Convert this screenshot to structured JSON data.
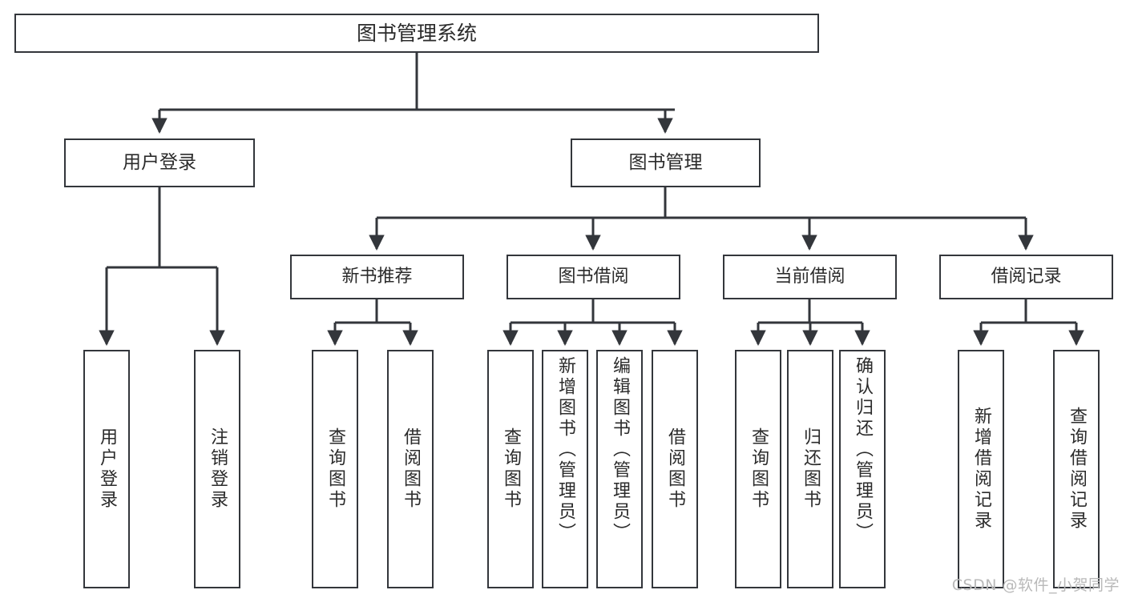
{
  "diagram": {
    "title": "图书管理系统",
    "type": "functional-structure-tree",
    "stroke_color": "#33363b",
    "text_color": "#2b2b2b",
    "background": "#ffffff"
  },
  "root": {
    "label": "图书管理系统"
  },
  "level2": [
    {
      "label": "用户登录"
    },
    {
      "label": "图书管理"
    }
  ],
  "level3": [
    {
      "label": "新书推荐"
    },
    {
      "label": "图书借阅"
    },
    {
      "label": "当前借阅"
    },
    {
      "label": "借阅记录"
    }
  ],
  "leaves": {
    "user_login": [
      {
        "label": "用户登录"
      },
      {
        "label": "注销登录"
      }
    ],
    "new_book_recommend": [
      {
        "label": "查询图书"
      },
      {
        "label": "借阅图书"
      }
    ],
    "book_borrow": [
      {
        "label": "查询图书"
      },
      {
        "label": "新增图书（管理员）"
      },
      {
        "label": "编辑图书（管理员）"
      },
      {
        "label": "借阅图书"
      }
    ],
    "current_borrow": [
      {
        "label": "查询图书"
      },
      {
        "label": "归还图书"
      },
      {
        "label": "确认归还（管理员）"
      }
    ],
    "borrow_record": [
      {
        "label": "新增借阅记录"
      },
      {
        "label": "查询借阅记录"
      }
    ]
  },
  "watermark": {
    "text": "CSDN @软件_小贺同学"
  }
}
